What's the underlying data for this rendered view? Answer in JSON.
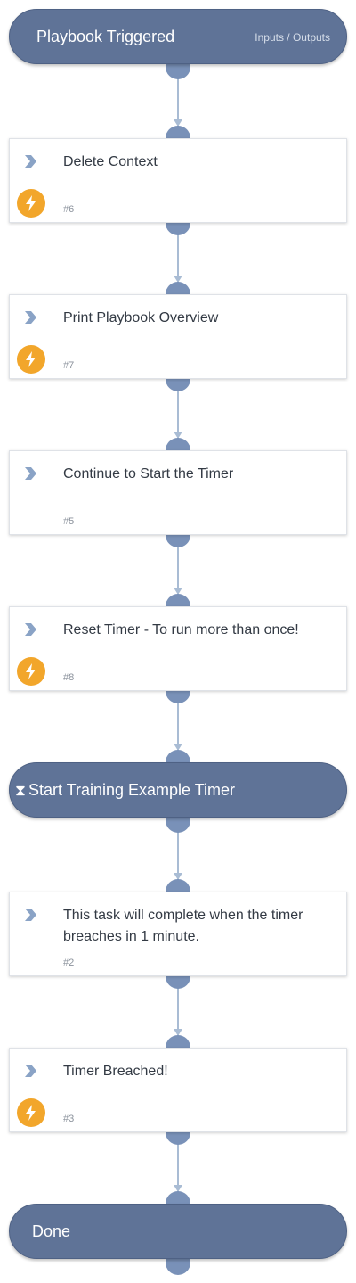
{
  "trigger": {
    "title": "Playbook Triggered",
    "io_link": "Inputs / Outputs"
  },
  "tasks": [
    {
      "label": "Delete Context",
      "number": "#6",
      "automated": true
    },
    {
      "label": "Print Playbook Overview",
      "number": "#7",
      "automated": true
    },
    {
      "label": "Continue to Start the Timer",
      "number": "#5",
      "automated": false
    },
    {
      "label": "Reset Timer - To run more than once!",
      "number": "#8",
      "automated": true
    }
  ],
  "timer": {
    "title": "Start Training Example Timer",
    "icon": "hourglass-icon"
  },
  "tasks2": [
    {
      "label": "This task will complete when the timer breaches in 1 minute.",
      "number": "#2",
      "automated": false
    },
    {
      "label": "Timer Breached!",
      "number": "#3",
      "automated": true
    }
  ],
  "end": {
    "title": "Done"
  },
  "colors": {
    "pill": "#5f7397",
    "connector": "#a9bcd4",
    "dot": "#7991b8",
    "bolt": "#f2a62b"
  }
}
